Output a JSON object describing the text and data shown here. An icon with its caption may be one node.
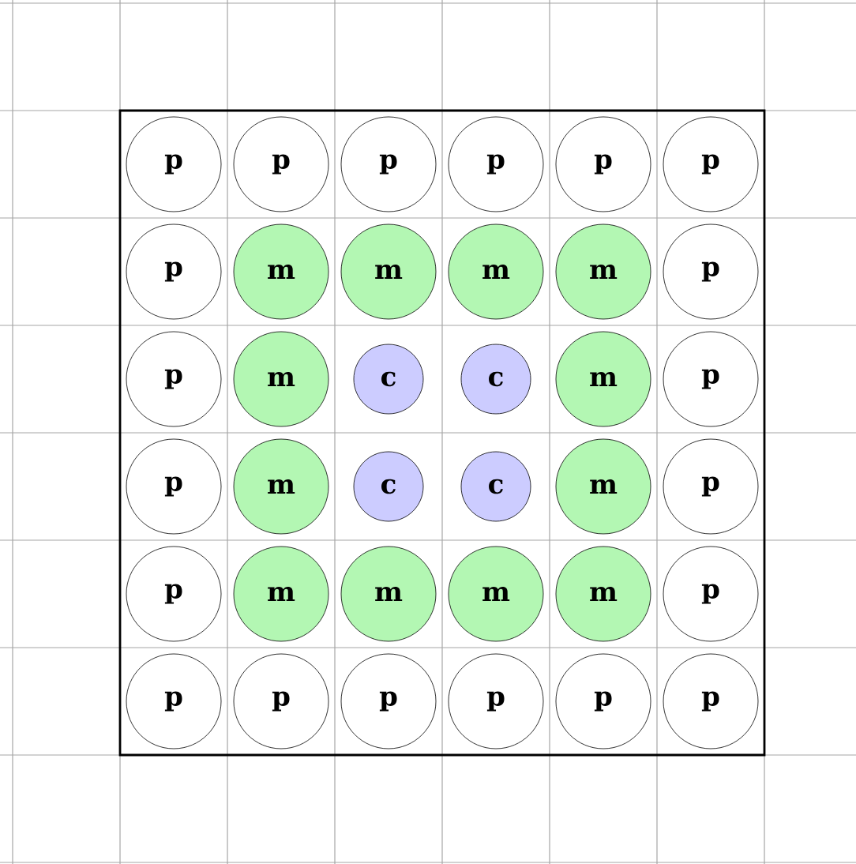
{
  "diagram": {
    "nodes": [
      {
        "text": [
          "p"
        ]
      },
      {
        "text": [
          "p"
        ]
      },
      {
        "text": [
          "p"
        ]
      },
      {
        "text": [
          "p"
        ]
      },
      {
        "text": [
          "p"
        ]
      },
      {
        "text": [
          "p"
        ]
      },
      {
        "text": [
          "p"
        ]
      },
      {
        "text": [
          "m"
        ]
      },
      {
        "text": [
          "m"
        ]
      },
      {
        "text": [
          "m"
        ]
      },
      {
        "text": [
          "m"
        ]
      },
      {
        "text": [
          "p"
        ]
      },
      {
        "text": [
          "p"
        ]
      },
      {
        "text": [
          "m"
        ]
      },
      {
        "text": [
          "c"
        ]
      },
      {
        "text": [
          "c"
        ]
      },
      {
        "text": [
          "m"
        ]
      },
      {
        "text": [
          "p"
        ]
      },
      {
        "text": [
          "p"
        ]
      },
      {
        "text": [
          "m"
        ]
      },
      {
        "text": [
          "c"
        ]
      },
      {
        "text": [
          "c"
        ]
      },
      {
        "text": [
          "m"
        ]
      },
      {
        "text": [
          "p"
        ]
      },
      {
        "text": [
          "p"
        ]
      },
      {
        "text": [
          "m"
        ]
      },
      {
        "text": [
          "m"
        ]
      },
      {
        "text": [
          "m"
        ]
      },
      {
        "text": [
          "m"
        ]
      },
      {
        "text": [
          "p"
        ]
      },
      {
        "text": [
          "p"
        ]
      },
      {
        "text": [
          "p"
        ]
      },
      {
        "text": [
          "p"
        ]
      },
      {
        "text": [
          "p"
        ]
      },
      {
        "text": [
          "p"
        ]
      },
      {
        "text": [
          "p"
        ]
      }
    ]
  }
}
